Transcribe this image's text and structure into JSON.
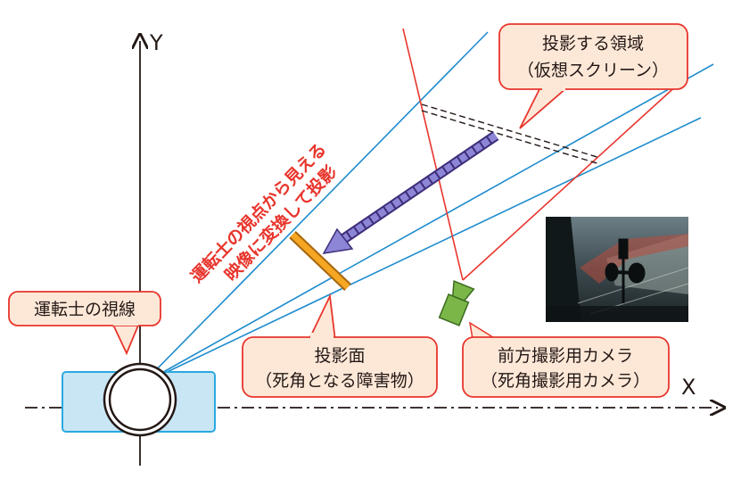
{
  "axes": {
    "x_label": "X",
    "y_label": "Y"
  },
  "callouts": {
    "driver_sightline": "運転士の視線",
    "projection_area_line1": "投影する領域",
    "projection_area_line2": "（仮想スクリーン）",
    "projection_surface_line1": "投影面",
    "projection_surface_line2": "（死角となる障害物）",
    "front_camera_line1": "前方撮影用カメラ",
    "front_camera_line2": "（死角撮影用カメラ）"
  },
  "annotation": {
    "line1": "運転士の視点から見える",
    "line2": "映像に変換して投影"
  },
  "colors": {
    "sightline_blue": "#1e8ccd",
    "camera_red": "#e8352c",
    "callout_border": "#e8352c",
    "callout_fill": "#fde8d8",
    "driver_box_fill": "#c9e6f5",
    "driver_box_border": "#2aa9e0",
    "screen_bar": "#f5a623",
    "arrow_purple": "#8d86d6",
    "camera_green": "#7ab648"
  }
}
